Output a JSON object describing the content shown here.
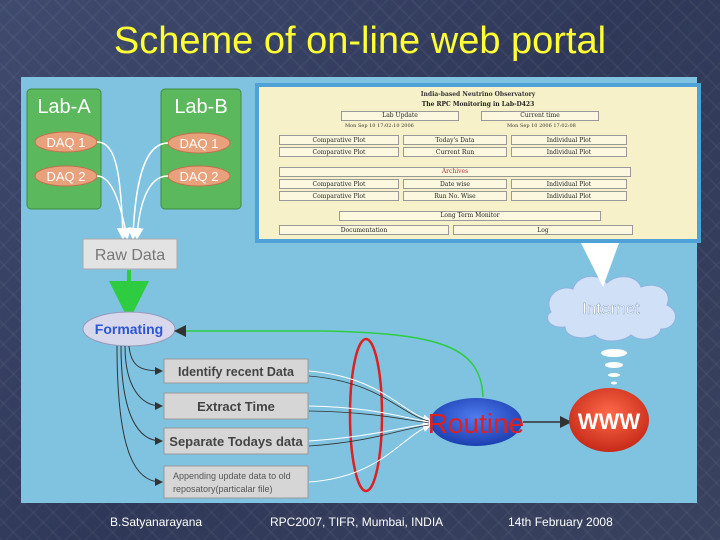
{
  "title": "Scheme of on-line web portal",
  "footer": {
    "author": "B.Satyanarayana",
    "event": "RPC2007, TIFR, Mumbai, INDIA",
    "date": "14th February 2008"
  },
  "diagram": {
    "lab_a": {
      "label": "Lab-A",
      "daq": [
        "DAQ 1",
        "DAQ 2"
      ]
    },
    "lab_b": {
      "label": "Lab-B",
      "daq": [
        "DAQ 1",
        "DAQ 2"
      ]
    },
    "raw_data": "Raw Data",
    "formating": "Formating",
    "steps": [
      "Identify recent Data",
      "Extract Time",
      "Separate Todays data",
      "Appending update data to old",
      "reposatory(particalar file)"
    ],
    "routine": "Routine",
    "www": "WWW",
    "internet": "Internet"
  },
  "portal": {
    "header1": "India-based Neutrino Observatory",
    "header2": "The RPC Monitoring in Lab-D423",
    "lab_update": "Lab Update",
    "current_time": "Current time",
    "time_left": "Mon Sep 10 17:02:10 2006",
    "time_right": "Mon Sep 10 2006 17:02:08",
    "row1": [
      "Comparative Plot",
      "Today's Data",
      "Individual Plot"
    ],
    "row2": [
      "Comparative Plot",
      "Current Run",
      "Individual Plot"
    ],
    "archives": "Archives",
    "row3": [
      "Comparative Plot",
      "Date wise",
      "Individual Plot"
    ],
    "row4": [
      "Comparative Plot",
      "Run No. Wise",
      "Individual Plot"
    ],
    "long_term": "Long Term Monitor",
    "documentation": "Documentation",
    "log": "Log"
  },
  "colors": {
    "title": "#ffff33",
    "panel": "#7fc3e0",
    "routine": "#2b56d6",
    "www": "#e83c2a",
    "lab_box": "#5cb85c",
    "step_box": "#d6d6d6"
  }
}
